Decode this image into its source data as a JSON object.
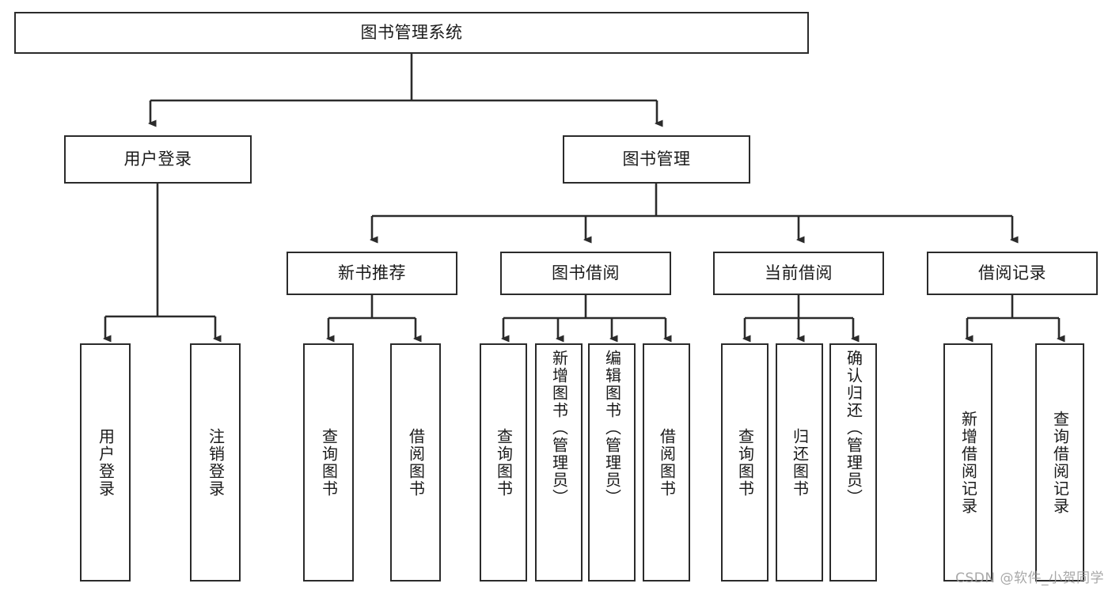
{
  "diagram": {
    "title": "图书管理系统",
    "type": "hierarchy-tree",
    "watermark": "CSDN @软件_小贺同学",
    "colors": {
      "box_border": "#2b2b2b",
      "box_fill": "#ffffff",
      "connector": "#2b2b2b",
      "text": "#1a1a1a",
      "watermark": "#9a9a9a"
    },
    "root": {
      "label": "图书管理系统"
    },
    "level2": [
      {
        "label": "用户登录"
      },
      {
        "label": "图书管理"
      }
    ],
    "level3": [
      {
        "label": "新书推荐"
      },
      {
        "label": "图书借阅"
      },
      {
        "label": "当前借阅"
      },
      {
        "label": "借阅记录"
      }
    ],
    "leaves": {
      "user_login": [
        {
          "label": "用户登录"
        },
        {
          "label": "注销登录"
        }
      ],
      "new_book_recommend": [
        {
          "label": "查询图书"
        },
        {
          "label": "借阅图书"
        }
      ],
      "book_borrow": [
        {
          "label": "查询图书"
        },
        {
          "label": "新增图书（管理员）"
        },
        {
          "label": "编辑图书（管理员）"
        },
        {
          "label": "借阅图书"
        }
      ],
      "current_borrow": [
        {
          "label": "查询图书"
        },
        {
          "label": "归还图书"
        },
        {
          "label": "确认归还（管理员）"
        }
      ],
      "borrow_record": [
        {
          "label": "新增借阅记录"
        },
        {
          "label": "查询借阅记录"
        }
      ]
    }
  }
}
